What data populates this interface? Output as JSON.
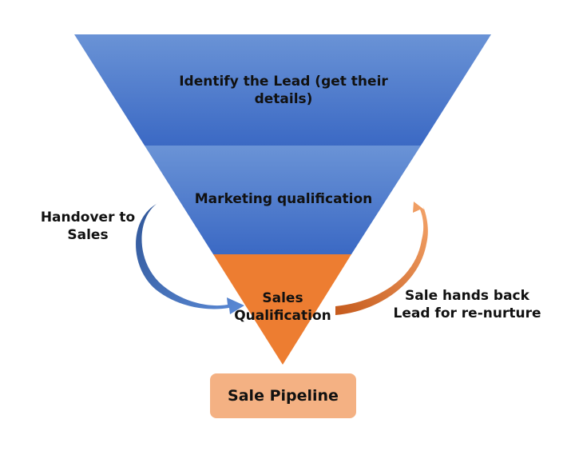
{
  "funnel": {
    "stage1": "Identify the Lead (get their details)",
    "stage2": "Marketing qualification",
    "stage3": "Sales Qualification"
  },
  "arrows": {
    "left_label": "Handover to Sales",
    "right_label": "Sale hands back Lead for re-nurture"
  },
  "pipeline": {
    "label": "Sale Pipeline"
  },
  "colors": {
    "blue_top": "#6a93d6",
    "blue_bottom": "#3e6cc6",
    "orange_funnel": "#ed7d31",
    "pipeline_box": "#f4b183",
    "left_arrow": "#4472c4",
    "right_arrow": "#ed7d31"
  }
}
